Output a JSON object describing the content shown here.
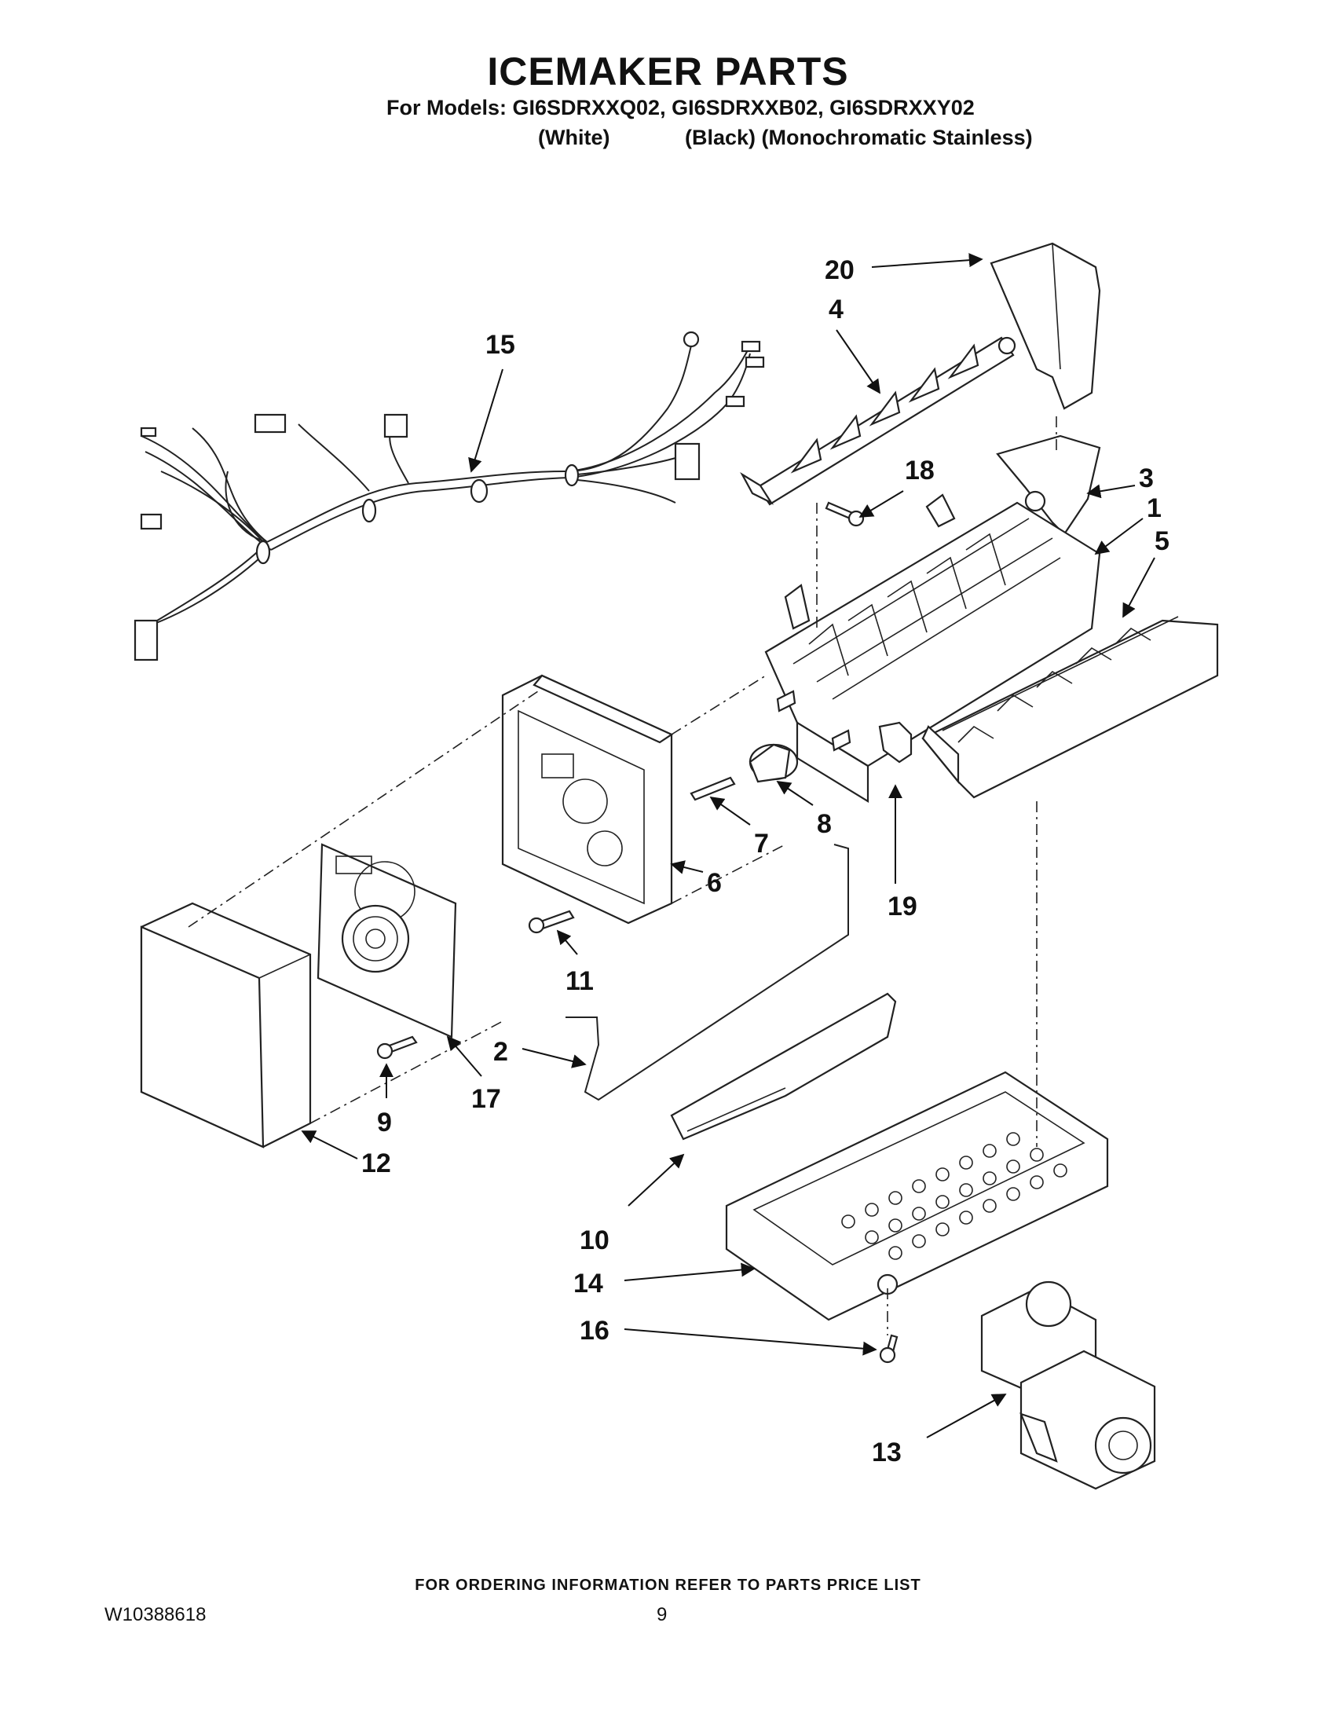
{
  "header": {
    "title": "ICEMAKER PARTS",
    "models_line": "For Models: GI6SDRXXQ02, GI6SDRXXB02, GI6SDRXXY02",
    "variant_white": "(White)",
    "variant_black_stainless": "(Black) (Monochromatic Stainless)"
  },
  "callouts": [
    "20",
    "4",
    "15",
    "18",
    "3",
    "1",
    "5",
    "8",
    "7",
    "6",
    "19",
    "11",
    "2",
    "17",
    "9",
    "12",
    "10",
    "14",
    "16",
    "13"
  ],
  "footer": {
    "note": "FOR ORDERING INFORMATION REFER TO PARTS PRICE LIST",
    "doc_number": "W10388618",
    "page_number": "9"
  }
}
